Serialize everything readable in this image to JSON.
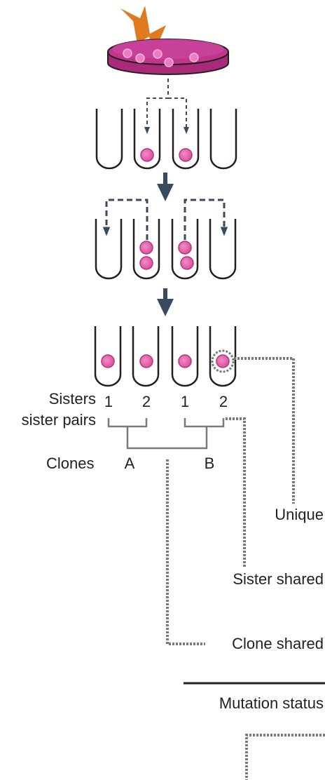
{
  "labels": {
    "sisters": "Sisters",
    "sister_pairs": "sister pairs",
    "clones": "Clones",
    "clone_a": "A",
    "clone_b": "B",
    "sister_numbers": [
      "1",
      "2",
      "1",
      "2"
    ],
    "unique": "Unique",
    "sister_shared": "Sister shared",
    "clone_shared": "Clone shared",
    "mutation_status": "Mutation status"
  },
  "colors": {
    "dish_fill": "#c0368c",
    "cell_fill": "#e25fa9",
    "well_stroke": "#231f20",
    "arrow": "#3a4a5e",
    "dotted_connector": "#7a7a7a",
    "lightning": "#e07a1e"
  },
  "icons": {
    "energy_source": "lightning-bolt-icon"
  }
}
